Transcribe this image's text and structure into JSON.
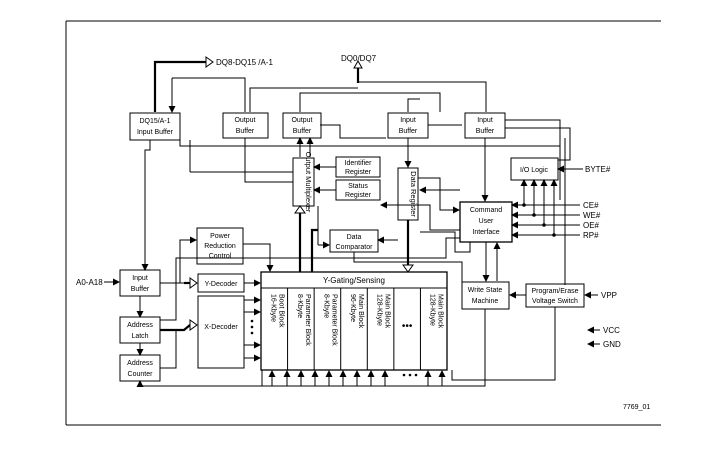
{
  "labels": {
    "dq_high": "DQ8-DQ15 /A-1",
    "dq_low": "DQ0/DQ7",
    "dq15_buffer": [
      "DQ15/A-1",
      "Input Buffer"
    ],
    "output_buffer": [
      "Output",
      "Buffer"
    ],
    "input_buffer": [
      "Input",
      "Buffer"
    ],
    "io_logic": "I/O Logic",
    "byte_pin": "BYTE#",
    "identifier_register": [
      "Identifier",
      "Register"
    ],
    "status_register": [
      "Status",
      "Register"
    ],
    "output_multiplexer": "Output Multiplexer",
    "data_register": "Data Register",
    "command_user_interface": [
      "Command",
      "User",
      "Interface"
    ],
    "pins": [
      "CE#",
      "WE#",
      "OE#",
      "RP#"
    ],
    "power_reduction": [
      "Power",
      "Reduction",
      "Control"
    ],
    "data_comparator": [
      "Data",
      "Comparator"
    ],
    "address_pins": "A0-A18",
    "addr_input_buffer": [
      "Input",
      "Buffer"
    ],
    "address_latch": [
      "Address",
      "Latch"
    ],
    "address_counter": [
      "Address",
      "Counter"
    ],
    "y_decoder": "Y-Decoder",
    "x_decoder": "X-Decoder",
    "y_gating": "Y-Gating/Sensing",
    "blocks": [
      "16-Kbyte Boot Block",
      "8-Kbyte Parameter Block",
      "8-Kbyte Parameter Block",
      "96-Kbyte Main Block",
      "128-Kbyte Main Block",
      "•••",
      "128-Kbyte Main Block"
    ],
    "write_state_machine": [
      "Write State",
      "Machine"
    ],
    "program_erase": [
      "Program/Erase",
      "Voltage Switch"
    ],
    "vpp": "VPP",
    "vcc": "VCC",
    "gnd": "GND",
    "figure_id": "7769_01"
  }
}
